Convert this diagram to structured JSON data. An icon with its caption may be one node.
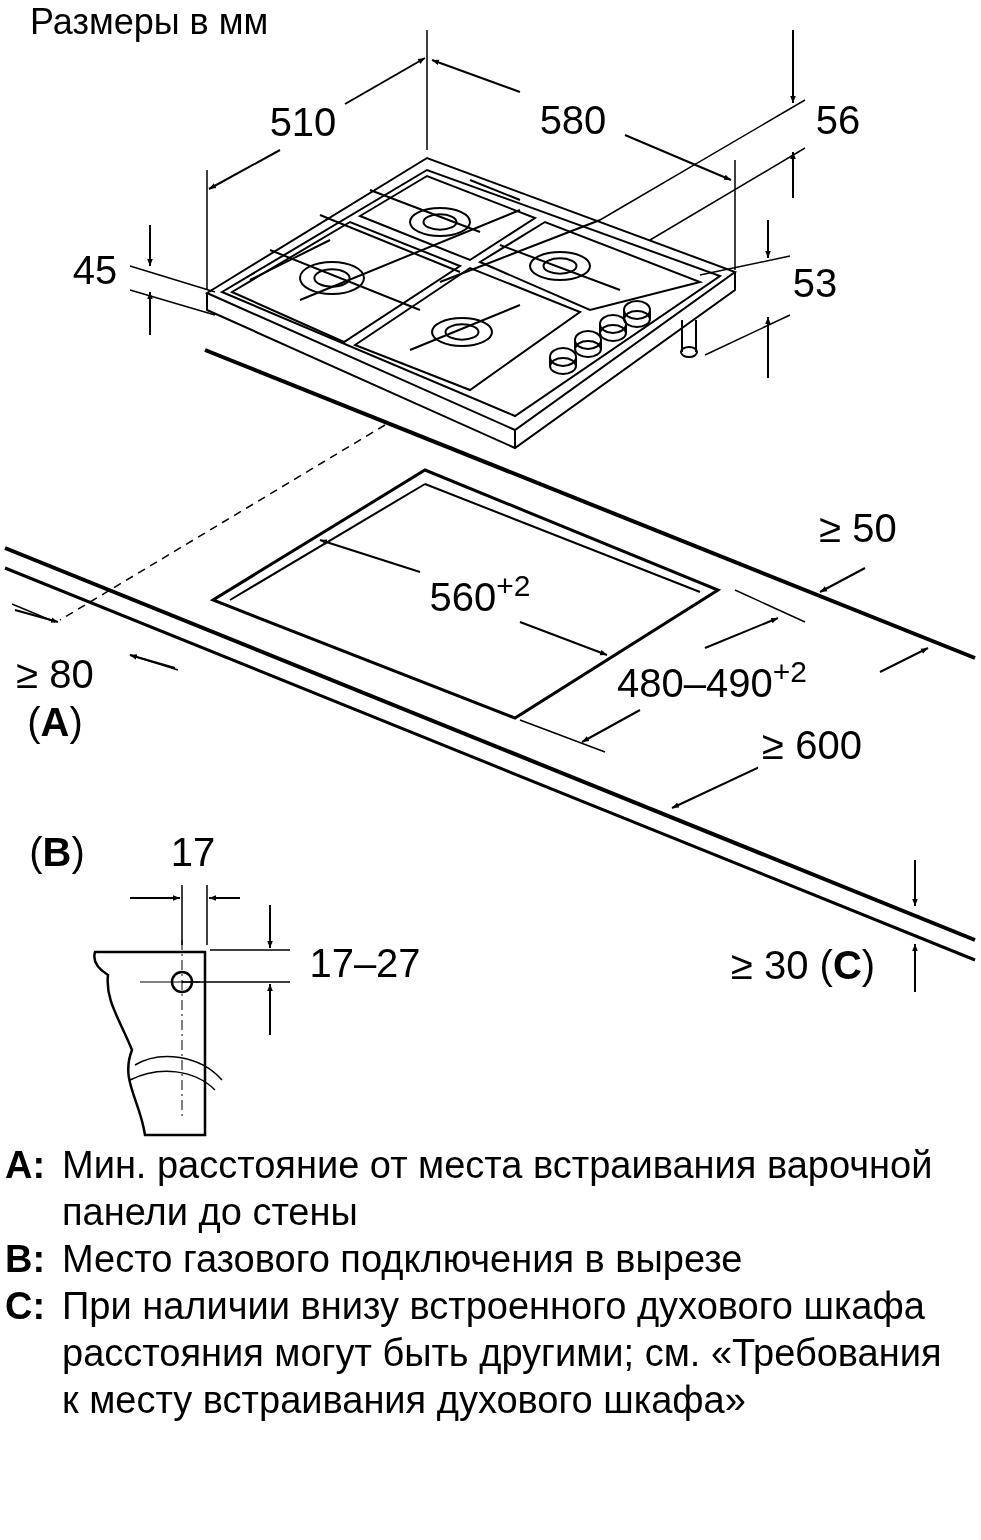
{
  "diagram": {
    "title": "Размеры в мм",
    "labels": [
      "510",
      "580",
      "56",
      "45",
      "53",
      "≥ 50",
      "560$^{+2}$",
      "≥ 80",
      "(**A**)",
      "480–490$^{+2}$",
      "≥ 600",
      "(**B**)",
      "17",
      "17–27",
      "≥ 30 (**C**)",
      "A:",
      "Мин. расстояние от места встраивания варочной панели до стены",
      "B:",
      "Место газового подключения в вырезе",
      "C:",
      "При наличии внизу встроенного духового шкафа расстояния могут быть другими; см. «Требования к месту встраивания духового шкафа»"
    ]
  }
}
